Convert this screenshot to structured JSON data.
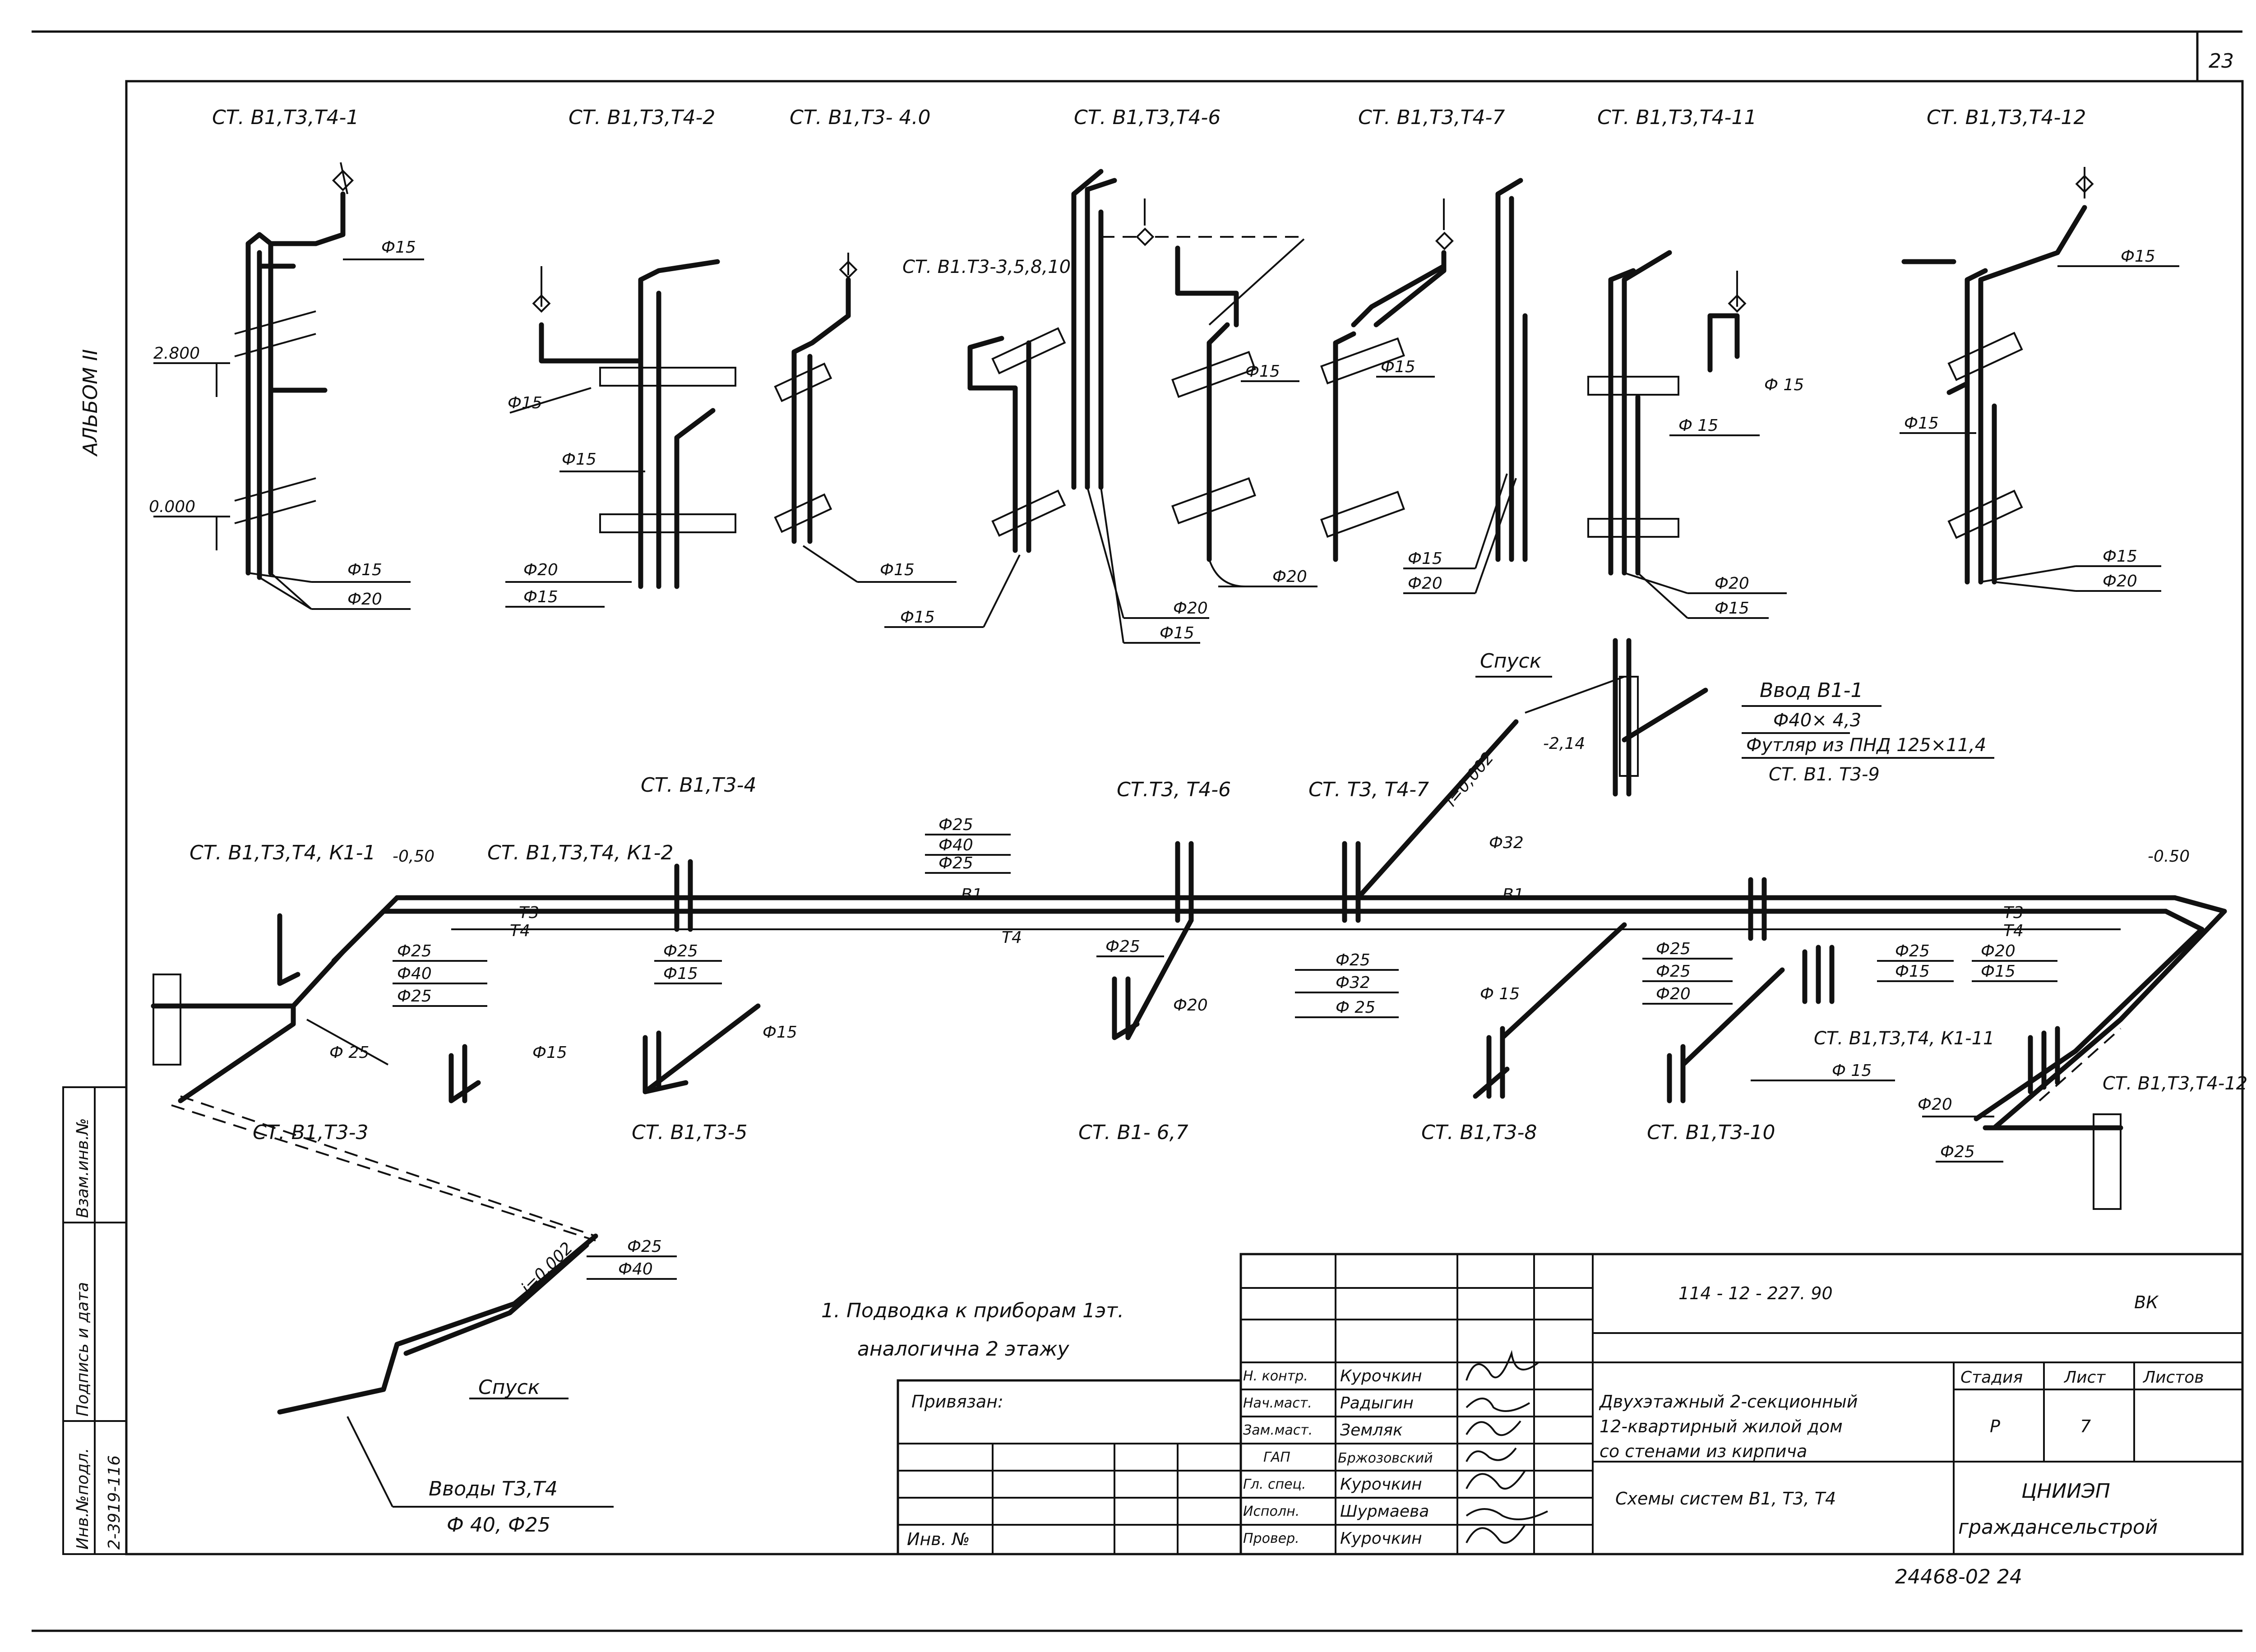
{
  "sheet_number": "23",
  "album_label": "АЛЬБОМ II",
  "risers_top": [
    "СТ. В1,Т3,Т4-1",
    "СТ. В1,Т3,Т4-2",
    "СТ. В1,Т3- 4.0",
    "СТ. В1,Т3,Т4-6",
    "СТ. В1,Т3,Т4-7",
    "СТ. В1,Т3,Т4-11",
    "СТ. В1,Т3,Т4-12"
  ],
  "riser_st_b1t3_358": "СТ. В1.Т3-3,5,8,10",
  "elevations": {
    "e2800": "2.800",
    "e0000": "0.000",
    "m050_left": "-0,50",
    "m050_right": "-0.50",
    "m214": "-2,14"
  },
  "diam_labels": {
    "d15": "Ф15",
    "d20": "Ф20",
    "d25": "Ф25",
    "d40": "Ф40",
    "d32": "Ф32",
    "d_15": "Ф 15",
    "d_20": "Ф 20",
    "d_25": "Ф 25",
    "d_40": "Ф 40"
  },
  "bottom_labels": {
    "st_b1t3_4": "СТ. В1,Т3-4",
    "st_t3t4_6": "СТ.Т3, Т4-6",
    "st_t3t4_7": "СТ. Т3, Т4-7",
    "st_k1_1": "СТ. В1,Т3,Т4, К1-1",
    "st_k1_2": "СТ. В1,Т3,Т4, К1-2",
    "st_b1t3_3": "СТ. В1,Т3-3",
    "st_b1t3_5": "СТ. В1,Т3-5",
    "st_b1_67": "СТ. В1- 6,7",
    "st_b1t3_8": "СТ. В1,Т3-8",
    "st_b1t3_10": "СТ. В1,Т3-10",
    "st_k1_11": "СТ. В1,Т3,Т4, К1-11",
    "st_t4_12": "СТ. В1,Т3,Т4-12",
    "st_b1t3_9": "СТ. В1. Т3-9",
    "pipe_b1": "В1",
    "pipe_t3": "Т3",
    "pipe_t4": "Т4"
  },
  "annotations": {
    "spusk": "Спуск",
    "vvod_b1": "Ввод В1-1",
    "vvod_diam": "Ф40× 4,3",
    "futlyar": "Футляр из ПНД 125×11,4",
    "slope": "i=0,002",
    "vvody": "Вводы Т3,Т4",
    "vvody_diam": "Ф 40, Ф25",
    "spusk2": "Спуск"
  },
  "notes": {
    "note1_line1": "1. Подводка к приборам 1эт.",
    "note1_line2": "аналогична 2 этажу"
  },
  "side_stamp": {
    "inv_podl_label": "Инв.№подл.",
    "inv_podl_value": "2-3919-116",
    "podpis": "Подпись и дата",
    "vzam": "Взам.инв.№"
  },
  "title_block": {
    "privyazan": "Привязан:",
    "inv": "Инв. №",
    "code": "114 - 12 - 227. 90",
    "section": "ВК",
    "roles": [
      "Н. контр.",
      "Нач.маст.",
      "Зам.маст.",
      "ГАП",
      "Гл. спец.",
      "Исполн.",
      "Провер."
    ],
    "names": [
      "Курочкин",
      "Радыгин",
      "Земляк",
      "Бржозовский",
      "Курочкин",
      "Шурмаева",
      "Курочкин"
    ],
    "project": [
      "Двухэтажный 2-секционный",
      "12-квартирный жилой дом",
      "со стенами из кирпича"
    ],
    "drawing_title": "Схемы систем  В1, Т3, Т4",
    "stage_label": "Стадия",
    "sheet_label": "Лист",
    "sheets_label": "Листов",
    "stage": "Р",
    "sheet": "7",
    "org1": "ЦНИИЭП",
    "org2": "граждансельстрой",
    "archive": "24468-02   24"
  }
}
